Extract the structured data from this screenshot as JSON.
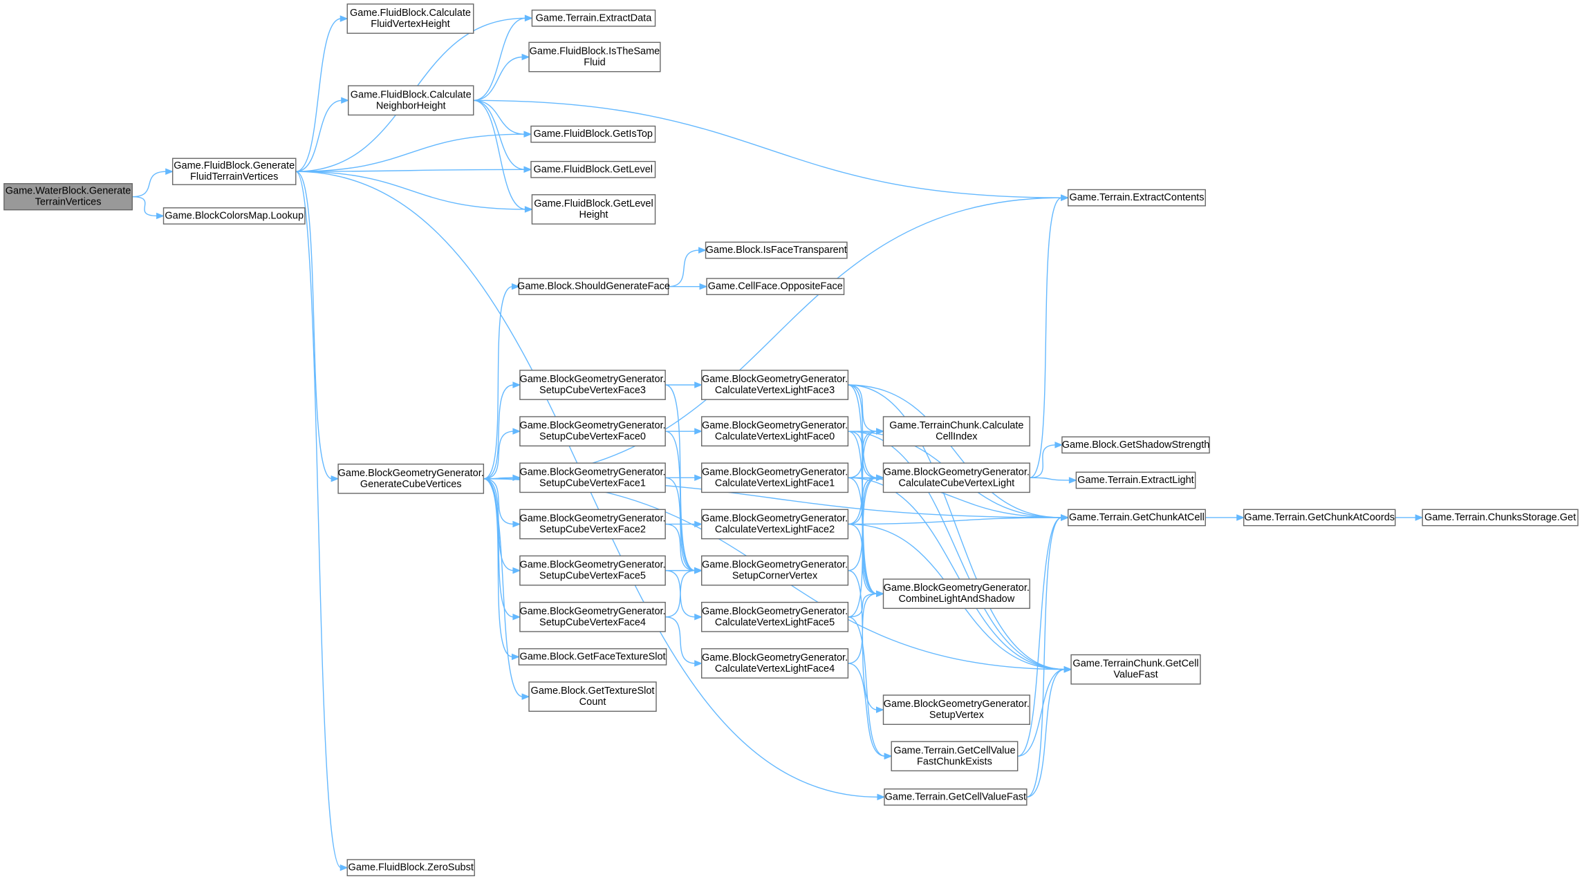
{
  "diagram": {
    "nodes": [
      {
        "id": "n0",
        "lines": [
          "Game.WaterBlock.Generate",
          "TerrainVertices"
        ],
        "root": true
      },
      {
        "id": "n1",
        "lines": [
          "Game.FluidBlock.Generate",
          "FluidTerrainVertices"
        ]
      },
      {
        "id": "n2",
        "lines": [
          "Game.BlockColorsMap.Lookup"
        ]
      },
      {
        "id": "n3",
        "lines": [
          "Game.FluidBlock.Calculate",
          "FluidVertexHeight"
        ]
      },
      {
        "id": "n4",
        "lines": [
          "Game.FluidBlock.Calculate",
          "NeighborHeight"
        ]
      },
      {
        "id": "n5",
        "lines": [
          "Game.BlockGeometryGenerator.",
          "GenerateCubeVertices"
        ]
      },
      {
        "id": "n6",
        "lines": [
          "Game.FluidBlock.ZeroSubst"
        ]
      },
      {
        "id": "n7",
        "lines": [
          "Game.Terrain.ExtractData"
        ]
      },
      {
        "id": "n8",
        "lines": [
          "Game.FluidBlock.IsTheSame",
          "Fluid"
        ]
      },
      {
        "id": "n9",
        "lines": [
          "Game.FluidBlock.GetIsTop"
        ]
      },
      {
        "id": "n10",
        "lines": [
          "Game.FluidBlock.GetLevel"
        ]
      },
      {
        "id": "n11",
        "lines": [
          "Game.FluidBlock.GetLevel",
          "Height"
        ]
      },
      {
        "id": "n12",
        "lines": [
          "Game.Block.ShouldGenerateFace"
        ]
      },
      {
        "id": "n13",
        "lines": [
          "Game.BlockGeometryGenerator.",
          "SetupCubeVertexFace3"
        ]
      },
      {
        "id": "n14",
        "lines": [
          "Game.BlockGeometryGenerator.",
          "SetupCubeVertexFace0"
        ]
      },
      {
        "id": "n15",
        "lines": [
          "Game.BlockGeometryGenerator.",
          "SetupCubeVertexFace1"
        ]
      },
      {
        "id": "n16",
        "lines": [
          "Game.BlockGeometryGenerator.",
          "SetupCubeVertexFace2"
        ]
      },
      {
        "id": "n17",
        "lines": [
          "Game.BlockGeometryGenerator.",
          "SetupCubeVertexFace5"
        ]
      },
      {
        "id": "n18",
        "lines": [
          "Game.BlockGeometryGenerator.",
          "SetupCubeVertexFace4"
        ]
      },
      {
        "id": "n19",
        "lines": [
          "Game.Block.GetFaceTextureSlot"
        ]
      },
      {
        "id": "n20",
        "lines": [
          "Game.Block.GetTextureSlot",
          "Count"
        ]
      },
      {
        "id": "n21",
        "lines": [
          "Game.Block.IsFaceTransparent"
        ]
      },
      {
        "id": "n22",
        "lines": [
          "Game.CellFace.OppositeFace"
        ]
      },
      {
        "id": "n23",
        "lines": [
          "Game.BlockGeometryGenerator.",
          "CalculateVertexLightFace3"
        ]
      },
      {
        "id": "n24",
        "lines": [
          "Game.BlockGeometryGenerator.",
          "CalculateVertexLightFace0"
        ]
      },
      {
        "id": "n25",
        "lines": [
          "Game.BlockGeometryGenerator.",
          "CalculateVertexLightFace1"
        ]
      },
      {
        "id": "n26",
        "lines": [
          "Game.BlockGeometryGenerator.",
          "CalculateVertexLightFace2"
        ]
      },
      {
        "id": "n27",
        "lines": [
          "Game.BlockGeometryGenerator.",
          "SetupCornerVertex"
        ]
      },
      {
        "id": "n28",
        "lines": [
          "Game.BlockGeometryGenerator.",
          "CalculateVertexLightFace5"
        ]
      },
      {
        "id": "n29",
        "lines": [
          "Game.BlockGeometryGenerator.",
          "CalculateVertexLightFace4"
        ]
      },
      {
        "id": "n30",
        "lines": [
          "Game.Terrain.ExtractContents"
        ]
      },
      {
        "id": "n31",
        "lines": [
          "Game.TerrainChunk.Calculate",
          "CellIndex"
        ]
      },
      {
        "id": "n32",
        "lines": [
          "Game.BlockGeometryGenerator.",
          "CalculateCubeVertexLight"
        ]
      },
      {
        "id": "n33",
        "lines": [
          "Game.BlockGeometryGenerator.",
          "CombineLightAndShadow"
        ]
      },
      {
        "id": "n34",
        "lines": [
          "Game.BlockGeometryGenerator.",
          "SetupVertex"
        ]
      },
      {
        "id": "n35",
        "lines": [
          "Game.Terrain.GetCellValue",
          "FastChunkExists"
        ]
      },
      {
        "id": "n36",
        "lines": [
          "Game.Terrain.GetCellValueFast"
        ]
      },
      {
        "id": "n37",
        "lines": [
          "Game.Block.GetShadowStrength"
        ]
      },
      {
        "id": "n38",
        "lines": [
          "Game.Terrain.ExtractLight"
        ]
      },
      {
        "id": "n39",
        "lines": [
          "Game.Terrain.GetChunkAtCell"
        ]
      },
      {
        "id": "n40",
        "lines": [
          "Game.TerrainChunk.GetCell",
          "ValueFast"
        ]
      },
      {
        "id": "n41",
        "lines": [
          "Game.Terrain.GetChunkAtCoords"
        ]
      },
      {
        "id": "n42",
        "lines": [
          "Game.Terrain.ChunksStorage.Get"
        ]
      }
    ],
    "edges": [
      [
        "n0",
        "n1"
      ],
      [
        "n0",
        "n2"
      ],
      [
        "n1",
        "n3"
      ],
      [
        "n1",
        "n7"
      ],
      [
        "n1",
        "n4"
      ],
      [
        "n1",
        "n9"
      ],
      [
        "n1",
        "n10"
      ],
      [
        "n1",
        "n11"
      ],
      [
        "n1",
        "n5"
      ],
      [
        "n1",
        "n36"
      ],
      [
        "n1",
        "n6"
      ],
      [
        "n4",
        "n7"
      ],
      [
        "n4",
        "n8"
      ],
      [
        "n4",
        "n9"
      ],
      [
        "n4",
        "n10"
      ],
      [
        "n4",
        "n11"
      ],
      [
        "n4",
        "n30"
      ],
      [
        "n5",
        "n30"
      ],
      [
        "n5",
        "n12"
      ],
      [
        "n5",
        "n13"
      ],
      [
        "n5",
        "n14"
      ],
      [
        "n5",
        "n15"
      ],
      [
        "n5",
        "n16"
      ],
      [
        "n5",
        "n17"
      ],
      [
        "n5",
        "n18"
      ],
      [
        "n5",
        "n19"
      ],
      [
        "n5",
        "n20"
      ],
      [
        "n5",
        "n39"
      ],
      [
        "n5",
        "n40"
      ],
      [
        "n12",
        "n21"
      ],
      [
        "n12",
        "n22"
      ],
      [
        "n13",
        "n23"
      ],
      [
        "n13",
        "n27"
      ],
      [
        "n14",
        "n24"
      ],
      [
        "n14",
        "n27"
      ],
      [
        "n15",
        "n25"
      ],
      [
        "n15",
        "n27"
      ],
      [
        "n16",
        "n26"
      ],
      [
        "n16",
        "n27"
      ],
      [
        "n17",
        "n27"
      ],
      [
        "n17",
        "n28"
      ],
      [
        "n18",
        "n27"
      ],
      [
        "n18",
        "n29"
      ],
      [
        "n23",
        "n31"
      ],
      [
        "n23",
        "n32"
      ],
      [
        "n23",
        "n33"
      ],
      [
        "n23",
        "n39"
      ],
      [
        "n23",
        "n40"
      ],
      [
        "n24",
        "n31"
      ],
      [
        "n24",
        "n32"
      ],
      [
        "n24",
        "n33"
      ],
      [
        "n24",
        "n39"
      ],
      [
        "n24",
        "n40"
      ],
      [
        "n25",
        "n31"
      ],
      [
        "n25",
        "n32"
      ],
      [
        "n25",
        "n33"
      ],
      [
        "n25",
        "n39"
      ],
      [
        "n25",
        "n40"
      ],
      [
        "n26",
        "n31"
      ],
      [
        "n26",
        "n32"
      ],
      [
        "n26",
        "n33"
      ],
      [
        "n26",
        "n39"
      ],
      [
        "n26",
        "n40"
      ],
      [
        "n27",
        "n32"
      ],
      [
        "n27",
        "n34"
      ],
      [
        "n28",
        "n32"
      ],
      [
        "n28",
        "n33"
      ],
      [
        "n28",
        "n35"
      ],
      [
        "n29",
        "n33"
      ],
      [
        "n29",
        "n35"
      ],
      [
        "n32",
        "n30"
      ],
      [
        "n32",
        "n37"
      ],
      [
        "n32",
        "n38"
      ],
      [
        "n35",
        "n39"
      ],
      [
        "n35",
        "n40"
      ],
      [
        "n36",
        "n39"
      ],
      [
        "n36",
        "n40"
      ],
      [
        "n39",
        "n41"
      ],
      [
        "n41",
        "n42"
      ]
    ]
  }
}
